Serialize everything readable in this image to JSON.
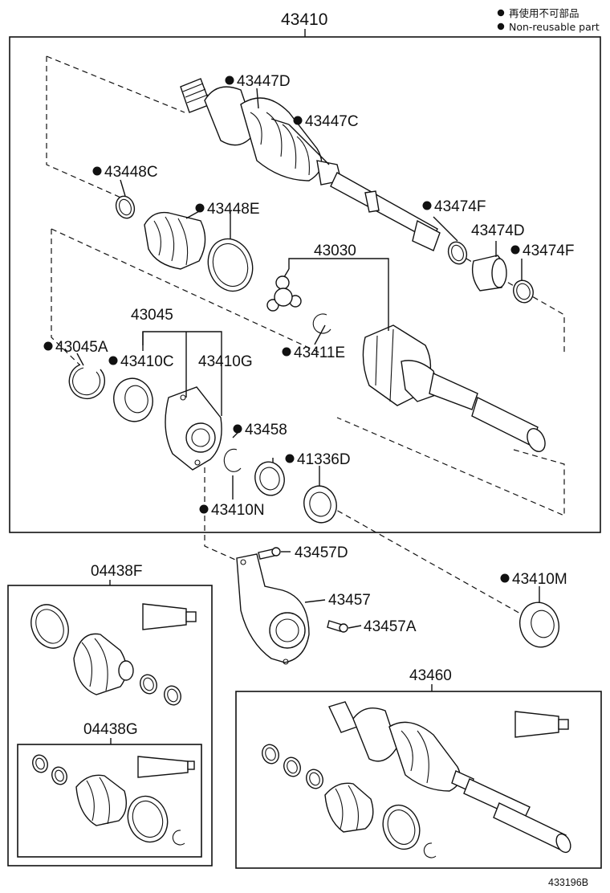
{
  "legend": {
    "line1": "再使用不可部品",
    "line2": "Non-reusable part"
  },
  "labels": {
    "p43410": "43410",
    "p43447D": "43447D",
    "p43447C": "43447C",
    "p43448C": "43448C",
    "p43448E": "43448E",
    "p43474F_a": "43474F",
    "p43474D": "43474D",
    "p43474F_b": "43474F",
    "p43030": "43030",
    "p43045": "43045",
    "p43045A": "43045A",
    "p43410C": "43410C",
    "p43410G": "43410G",
    "p43411E": "43411E",
    "p43458": "43458",
    "p41336D": "41336D",
    "p43410N": "43410N",
    "p43457D": "43457D",
    "p43457": "43457",
    "p43457A": "43457A",
    "p43410M": "43410M",
    "p04438F": "04438F",
    "p04438G": "04438G",
    "p43460": "43460"
  },
  "diagram_code": "433196B"
}
